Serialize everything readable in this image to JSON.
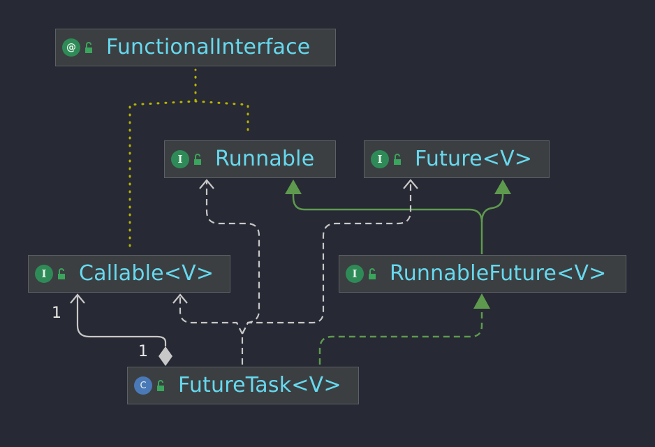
{
  "nodes": [
    {
      "id": "functional_interface",
      "kind": "annotation",
      "badge": "@",
      "name": "FunctionalInterface"
    },
    {
      "id": "runnable",
      "kind": "interface",
      "badge": "I",
      "name": "Runnable"
    },
    {
      "id": "future",
      "kind": "interface",
      "badge": "I",
      "name": "Future<V>"
    },
    {
      "id": "callable",
      "kind": "interface",
      "badge": "I",
      "name": "Callable<V>"
    },
    {
      "id": "runnable_future",
      "kind": "interface",
      "badge": "I",
      "name": "RunnableFuture<V>"
    },
    {
      "id": "future_task",
      "kind": "class",
      "badge": "C",
      "name": "FutureTask<V>"
    }
  ],
  "edges": [
    {
      "from": "runnable",
      "to": "functional_interface",
      "type": "annotation"
    },
    {
      "from": "callable",
      "to": "functional_interface",
      "type": "annotation"
    },
    {
      "from": "runnable_future",
      "to": "runnable",
      "type": "extends"
    },
    {
      "from": "runnable_future",
      "to": "future",
      "type": "extends"
    },
    {
      "from": "future_task",
      "to": "runnable_future",
      "type": "implements"
    },
    {
      "from": "future_task",
      "to": "runnable",
      "type": "dependency"
    },
    {
      "from": "future_task",
      "to": "future",
      "type": "dependency"
    },
    {
      "from": "future_task",
      "to": "callable",
      "type": "dependency"
    },
    {
      "from": "future_task",
      "to": "callable",
      "type": "aggregation"
    }
  ],
  "multiplicities": {
    "callable_end": "1",
    "future_task_end": "1"
  },
  "colors": {
    "background": "#272934",
    "node_fill": "#3c3f41",
    "node_border": "#5d6066",
    "name_text": "#66d9ef",
    "badge_interface": "#2e8b57",
    "badge_class": "#4a79b8",
    "annotation_edge": "#b5b500",
    "extends_edge": "#5e9a4e",
    "dependency_edge": "#c8c8c8",
    "aggregation_edge": "#c8c8c8"
  }
}
